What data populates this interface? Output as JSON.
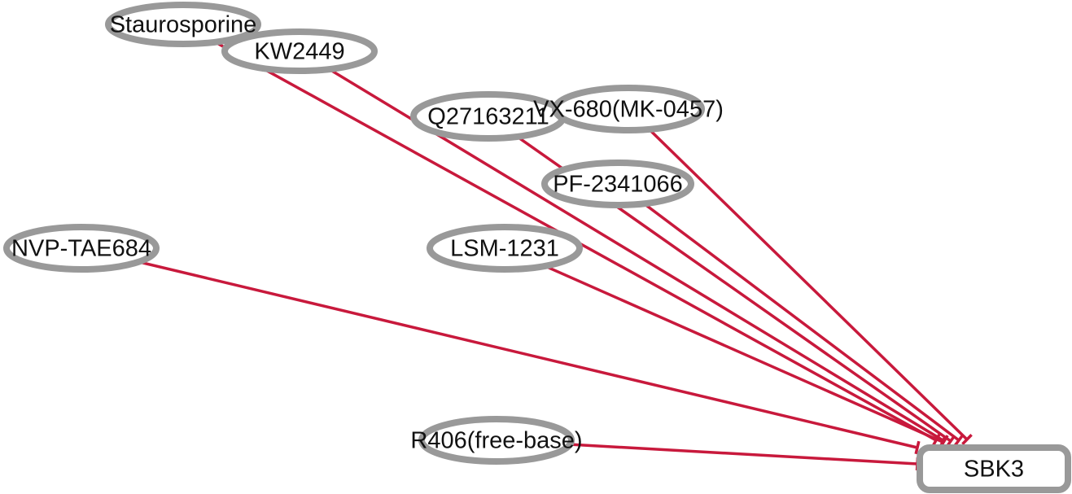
{
  "colors": {
    "edge": "#c8193c",
    "node_border": "#999999",
    "node_fill": "#ffffff",
    "text": "#111111"
  },
  "nodes": [
    {
      "id": "staurosporine",
      "label": "Staurosporine",
      "shape": "ellipse"
    },
    {
      "id": "kw2449",
      "label": "KW2449",
      "shape": "ellipse"
    },
    {
      "id": "q27163211",
      "label": "Q27163211",
      "shape": "ellipse"
    },
    {
      "id": "vx680",
      "label": "VX-680(MK-0457)",
      "shape": "ellipse"
    },
    {
      "id": "pf2341066",
      "label": "PF-2341066",
      "shape": "ellipse"
    },
    {
      "id": "nvptae684",
      "label": "NVP-TAE684",
      "shape": "ellipse"
    },
    {
      "id": "lsm1231",
      "label": "LSM-1231",
      "shape": "ellipse"
    },
    {
      "id": "r406",
      "label": "R406(free-base)",
      "shape": "ellipse"
    },
    {
      "id": "sbk3",
      "label": "SBK3",
      "shape": "round-rectangle"
    }
  ],
  "edges": [
    {
      "source": "staurosporine",
      "target": "sbk3",
      "type": "inhibition"
    },
    {
      "source": "kw2449",
      "target": "sbk3",
      "type": "inhibition"
    },
    {
      "source": "q27163211",
      "target": "sbk3",
      "type": "inhibition"
    },
    {
      "source": "vx680",
      "target": "sbk3",
      "type": "inhibition"
    },
    {
      "source": "pf2341066",
      "target": "sbk3",
      "type": "inhibition"
    },
    {
      "source": "lsm1231",
      "target": "sbk3",
      "type": "inhibition"
    },
    {
      "source": "nvptae684",
      "target": "sbk3",
      "type": "inhibition"
    },
    {
      "source": "r406",
      "target": "sbk3",
      "type": "inhibition"
    }
  ]
}
